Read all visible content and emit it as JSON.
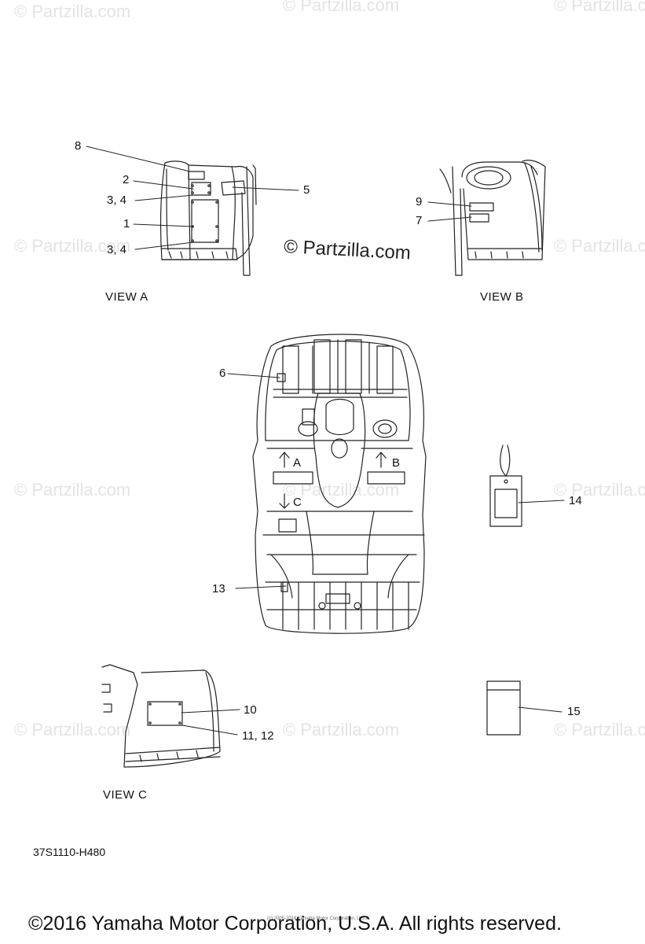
{
  "watermark": "© Partzilla.com",
  "center_watermark": "© Partzilla.com",
  "views": {
    "a": "VIEW A",
    "b": "VIEW B",
    "c": "VIEW C"
  },
  "callouts": {
    "c8": "8",
    "c2": "2",
    "c34a": "3, 4",
    "c1": "1",
    "c34b": "3, 4",
    "c5": "5",
    "c9": "9",
    "c7": "7",
    "c6": "6",
    "c14": "14",
    "c13": "13",
    "c10": "10",
    "c1112": "11, 12",
    "c15": "15",
    "arrowA": "A",
    "arrowB": "B",
    "arrowC": "C"
  },
  "diagram_code": "37S1110-H480",
  "fine_print": "(c) 2005-2016 Yamaha Motor Corporation, U.S.A.",
  "copyright": "©2016 Yamaha Motor Corporation, U.S.A. All rights reserved."
}
